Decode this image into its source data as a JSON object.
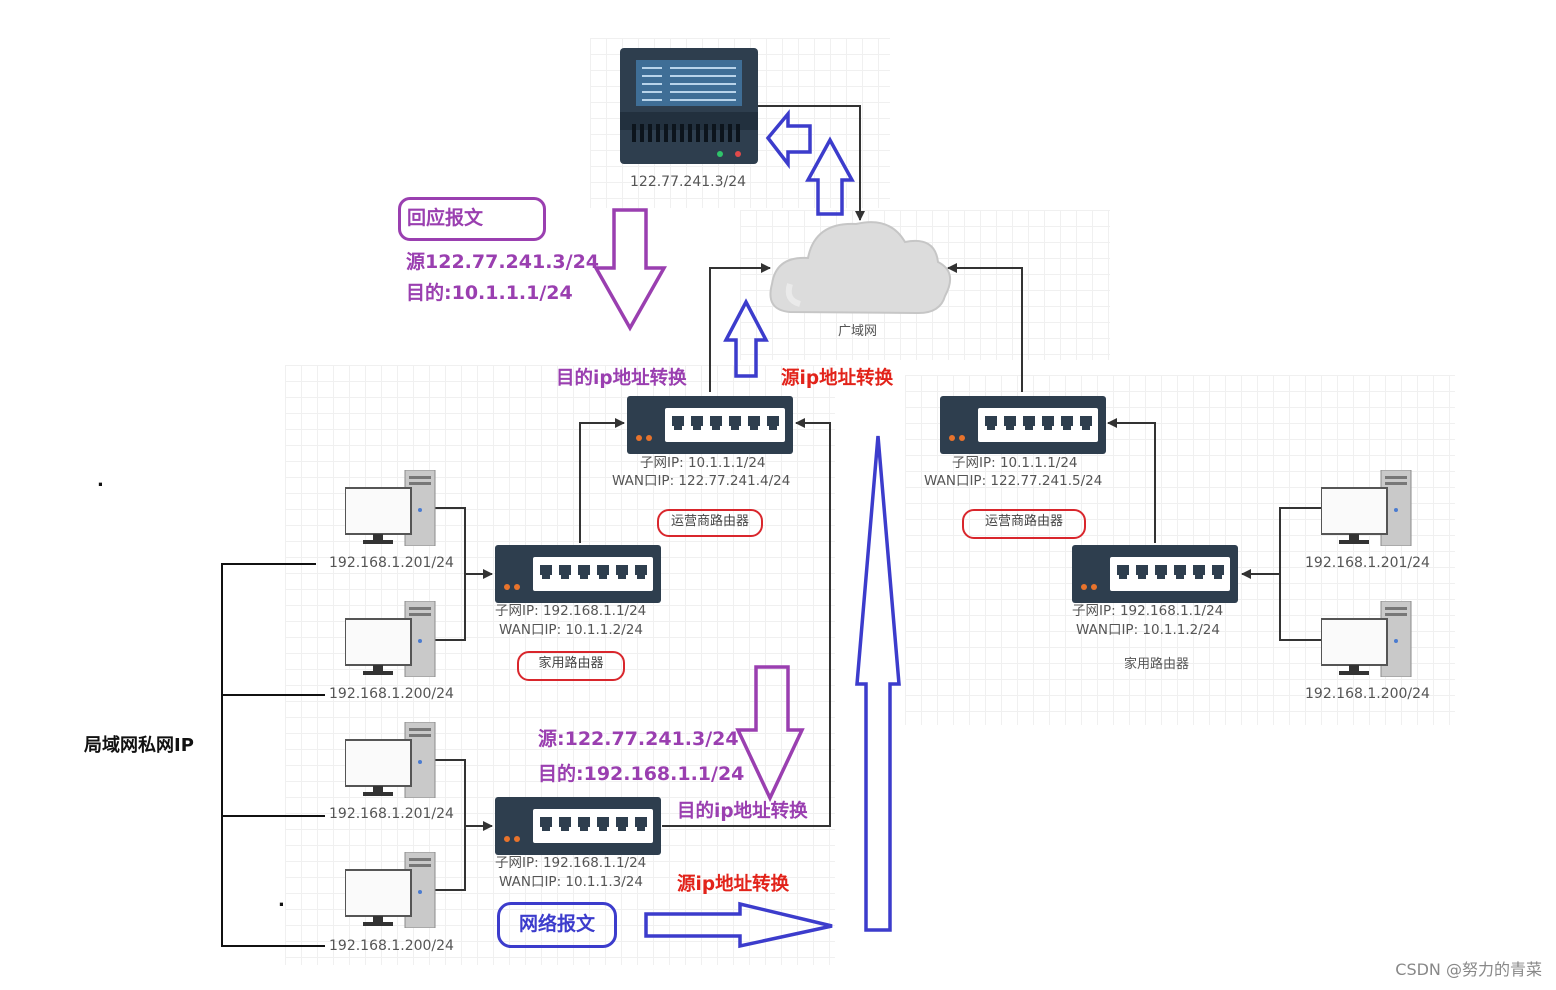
{
  "server": {
    "ip": "122.77.241.3/24"
  },
  "cloud": {
    "label": "广域网"
  },
  "isp_router_left": {
    "subnet": "子网IP:  10.1.1.1/24",
    "wan": "WAN口IP:  122.77.241.4/24",
    "name": "运营商路由器"
  },
  "isp_router_right": {
    "subnet": "子网IP:  10.1.1.1/24",
    "wan": "WAN口IP:  122.77.241.5/24",
    "name": "运营商路由器"
  },
  "home_router_left_top": {
    "subnet": "子网IP:  192.168.1.1/24",
    "wan": "WAN口IP:  10.1.1.2/24",
    "name": "家用路由器"
  },
  "home_router_left_bottom": {
    "subnet": "子网IP:  192.168.1.1/24",
    "wan": "WAN口IP:  10.1.1.3/24"
  },
  "home_router_right": {
    "subnet": "子网IP:  192.168.1.1/24",
    "wan": "WAN口IP:  10.1.1.2/24",
    "name": "家用路由器"
  },
  "hosts": {
    "lt1": "192.168.1.201/24",
    "lt2": "192.168.1.200/24",
    "lb1": "192.168.1.201/24",
    "lb2": "192.168.1.200/24",
    "r1": "192.168.1.201/24",
    "r2": "192.168.1.200/24"
  },
  "annotations": {
    "reply_packet": "回应报文",
    "reply_src": "源122.77.241.3/24",
    "reply_dst": "目的:10.1.1.1/24",
    "dst_nat_top": "目的ip地址转换",
    "src_nat_top": "源ip地址转换",
    "lan_private_ip": "局域网私网IP",
    "mid_src": "源:122.77.241.3/24",
    "mid_dst": "目的:192.168.1.1/24",
    "dst_nat_bottom": "目的ip地址转换",
    "src_nat_bottom": "源ip地址转换",
    "network_packet": "网络报文",
    "dot1": ".",
    "dot2": "."
  },
  "colors": {
    "purple": "#9a3fb0",
    "red": "#e2231a",
    "blue": "#3c3ccc",
    "device": "#2e3e4e"
  },
  "watermark": "CSDN @努力的青菜"
}
